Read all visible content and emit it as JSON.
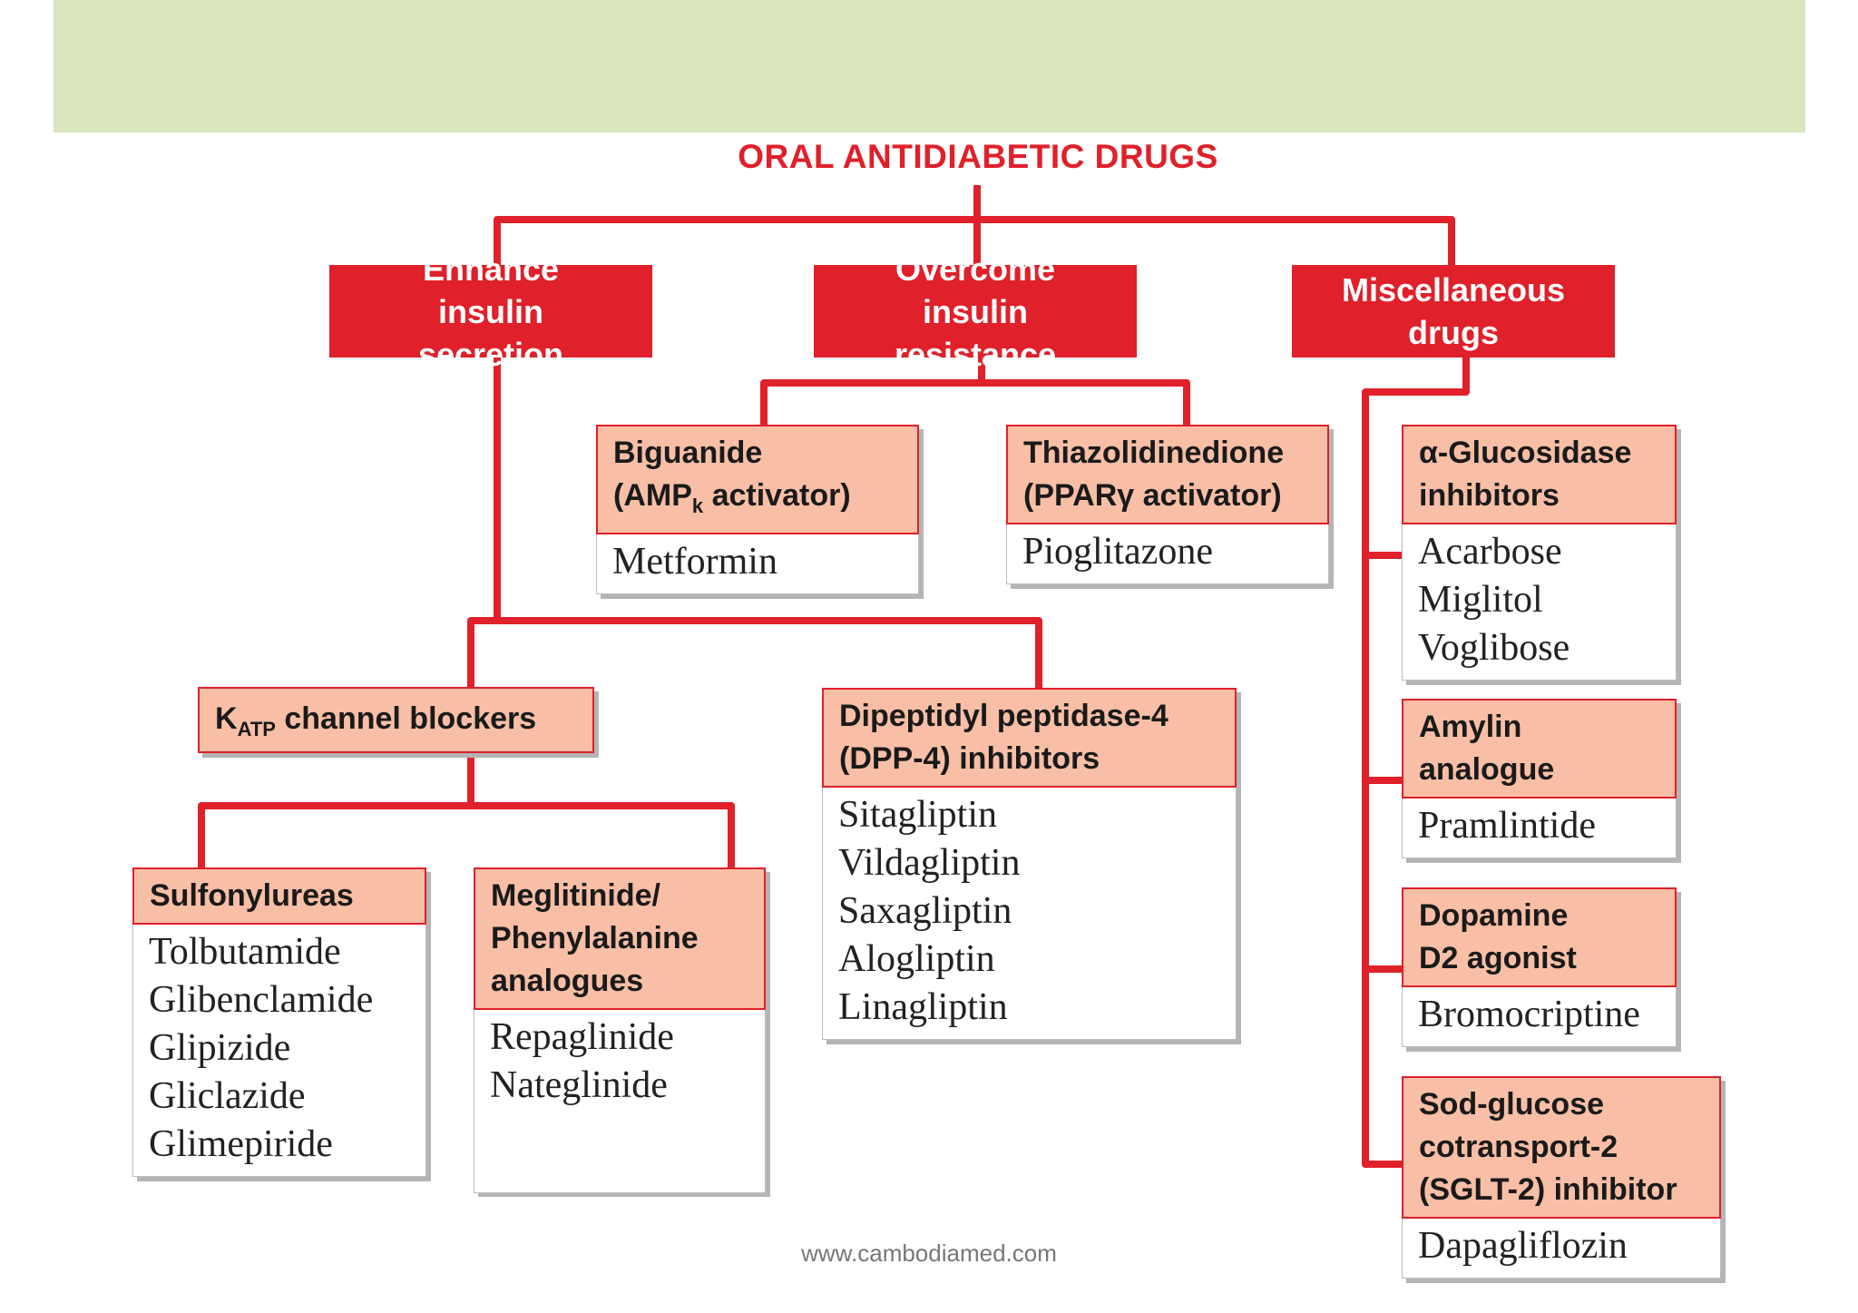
{
  "title": "ORAL ANTIDIABETIC DRUGS",
  "categories": {
    "secretion": "Enhance insulin secretion",
    "resistance": "Overcome insulin resistance",
    "misc": "Miscellaneous drugs"
  },
  "biguanide": {
    "line1": "Biguanide",
    "line2_pre": "(AMP",
    "line2_sub": "k",
    "line2_post": " activator)",
    "drugs": [
      "Metformin"
    ]
  },
  "tzd": {
    "line1": "Thiazolidinedione",
    "line2": "(PPARγ activator)",
    "drugs": [
      "Pioglitazone"
    ]
  },
  "katp": {
    "pre": "K",
    "sub": "ATP",
    "post": " channel blockers"
  },
  "dpp4": {
    "line1": "Dipeptidyl peptidase-4",
    "line2": "(DPP-4) inhibitors",
    "drugs": [
      "Sitagliptin",
      "Vildagliptin",
      "Saxagliptin",
      "Alogliptin",
      "Linagliptin"
    ]
  },
  "sulfonylureas": {
    "label": "Sulfonylureas",
    "drugs": [
      "Tolbutamide",
      "Glibenclamide",
      "Glipizide",
      "Gliclazide",
      "Glimepiride"
    ]
  },
  "meglitinide": {
    "line1": "Meglitinide/",
    "line2": "Phenylalanine",
    "line3": "analogues",
    "drugs": [
      "Repaglinide",
      "Nateglinide"
    ]
  },
  "glucosidase": {
    "line1": "α-Glucosidase",
    "line2": "inhibitors",
    "drugs": [
      "Acarbose",
      "Miglitol",
      "Voglibose"
    ]
  },
  "amylin": {
    "line1": "Amylin",
    "line2": "analogue",
    "drugs": [
      "Pramlintide"
    ]
  },
  "dopamine": {
    "line1": "Dopamine",
    "line2": "D2 agonist",
    "drugs": [
      "Bromocriptine"
    ]
  },
  "sglt2": {
    "line1": "Sod-glucose",
    "line2": "cotransport-2",
    "line3": "(SGLT-2) inhibitor",
    "drugs": [
      "Dapagliflozin"
    ]
  },
  "footer": "www.cambodiamed.com",
  "colors": {
    "accent_red": "#e0202a",
    "header_salmon": "#f8bfa6",
    "banner_green": "#d9e5bd"
  }
}
